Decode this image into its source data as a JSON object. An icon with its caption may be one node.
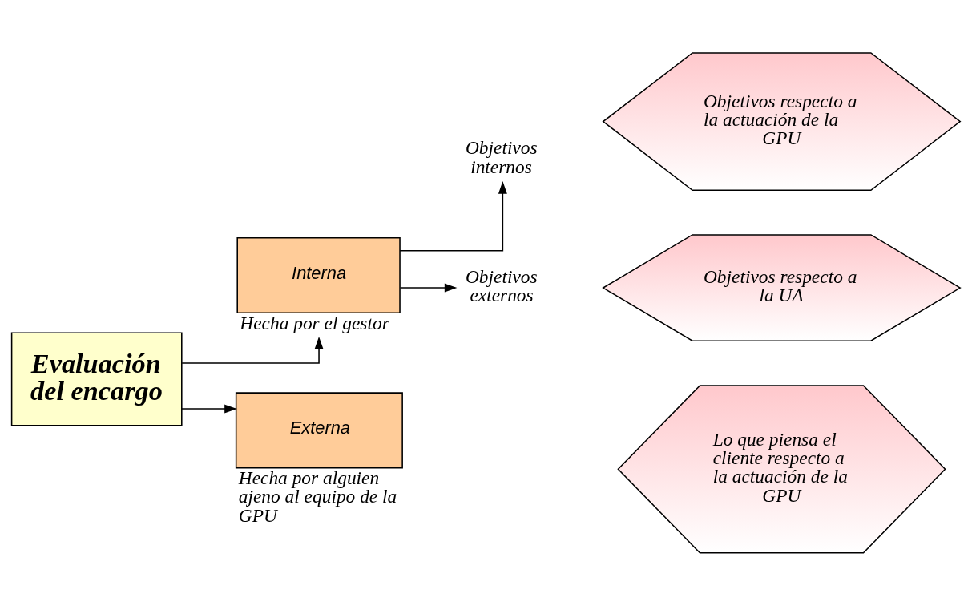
{
  "diagram": {
    "nodes": [
      {
        "text": [
          "Evaluación del encargo"
        ]
      },
      {
        "text": [
          "Interna"
        ],
        "beside": [
          "Hecha por el gestor"
        ]
      },
      {
        "text": [
          "Externa"
        ],
        "beside": [
          "Hecha por alguien ajeno al equipo de la GPU"
        ]
      },
      {
        "text": [
          "Objetivos internos"
        ]
      },
      {
        "text": [
          "Objetivos externos"
        ]
      },
      {
        "text": [
          "Objetivos respecto a la actuación de la GPU"
        ]
      },
      {
        "text": [
          "Objetivos respecto a la UA"
        ]
      },
      {
        "text": [
          "Lo que piensa el cliente respecto a la actuación de la GPU"
        ]
      }
    ],
    "edges": [
      {
        "from": 0,
        "to": 1,
        "arrow": "to"
      },
      {
        "from": 0,
        "to": 2,
        "arrow": "to"
      },
      {
        "from": 1,
        "to": 3,
        "arrow": "to"
      },
      {
        "from": 1,
        "to": 4,
        "arrow": "to"
      }
    ]
  }
}
